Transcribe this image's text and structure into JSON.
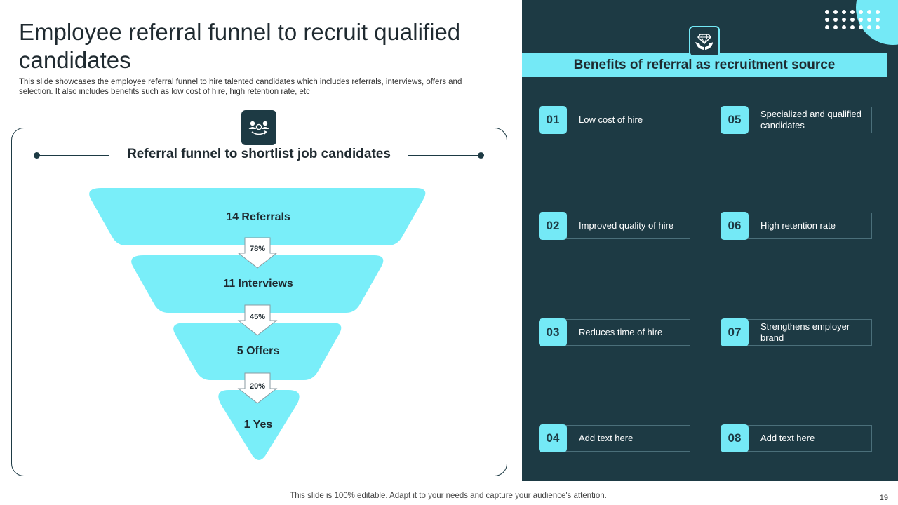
{
  "header": {
    "title": "Employee referral funnel to recruit qualified candidates",
    "description": "This slide showcases the employee referral funnel to hire talented candidates which includes referrals, interviews, offers and selection. It also includes benefits such as low cost of hire, high retention rate, etc"
  },
  "funnel": {
    "heading": "Referral funnel to shortlist job candidates",
    "icon": "people-exchange-icon",
    "stages": [
      {
        "label": "14 Referrals"
      },
      {
        "label": "11 Interviews"
      },
      {
        "label": "5 Offers"
      },
      {
        "label": "1 Yes"
      }
    ],
    "conversions": [
      "78%",
      "45%",
      "20%"
    ],
    "colors": {
      "stage_fill": "#79eef9",
      "outline": "#1d3a44"
    }
  },
  "benefits": {
    "heading": "Benefits of referral as recruitment source",
    "icon": "diamond-in-hands-icon",
    "items": [
      {
        "num": "01",
        "text": "Low cost of hire"
      },
      {
        "num": "02",
        "text": "Improved  quality of hire"
      },
      {
        "num": "03",
        "text": "Reduces time of hire"
      },
      {
        "num": "04",
        "text": "Add text here"
      },
      {
        "num": "05",
        "text": "Specialized and qualified candidates"
      },
      {
        "num": "06",
        "text": "High retention rate"
      },
      {
        "num": "07",
        "text": "Strengthens employer brand"
      },
      {
        "num": "08",
        "text": "Add text here"
      }
    ],
    "colors": {
      "panel": "#1d3a44",
      "accent": "#74e9f6"
    }
  },
  "footer": {
    "note": "This slide is 100% editable. Adapt it to your needs and capture your audience's attention.",
    "page": "19"
  }
}
